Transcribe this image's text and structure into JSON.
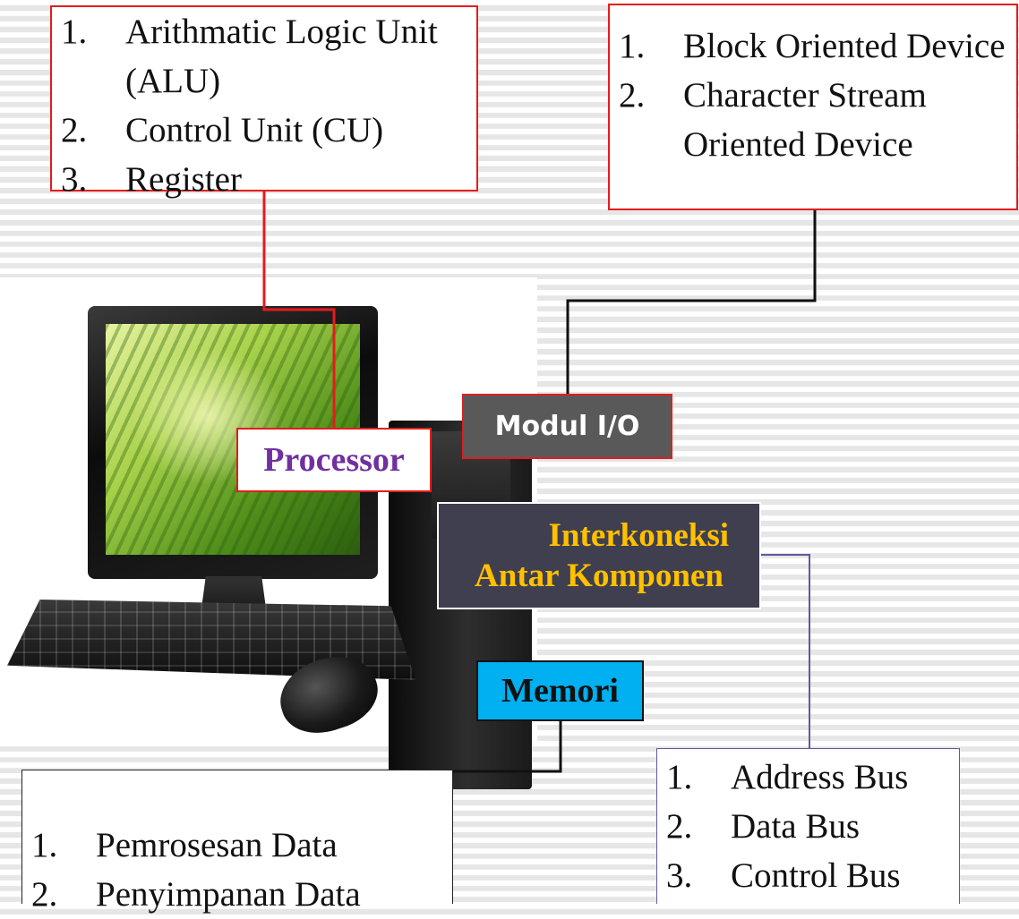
{
  "diagram": {
    "processor_box": {
      "items": [
        {
          "num": "1.",
          "text": "Arithmatic Logic Unit (ALU)"
        },
        {
          "num": "2.",
          "text": "Control Unit (CU)"
        },
        {
          "num": "3.",
          "text": "Register"
        }
      ]
    },
    "io_box": {
      "items": [
        {
          "num": "1.",
          "text": "Block Oriented Device"
        },
        {
          "num": "2.",
          "text": "Character Stream Oriented Device"
        }
      ]
    },
    "memory_box": {
      "items": [
        {
          "num": "1.",
          "text": "Pemrosesan Data"
        },
        {
          "num": "2.",
          "text": "Penyimpanan Data"
        }
      ]
    },
    "bus_box": {
      "items": [
        {
          "num": "1.",
          "text": "Address Bus"
        },
        {
          "num": "2.",
          "text": "Data Bus"
        },
        {
          "num": "3.",
          "text": "Control Bus"
        }
      ]
    },
    "labels": {
      "processor": "Processor",
      "io": "Modul I/O",
      "interconnect_line1": "Interkoneksi",
      "interconnect_line2": "Antar Komponen",
      "memory": "Memori"
    }
  },
  "colors": {
    "processor_text": "#7030a0",
    "red_border": "#e41c1c",
    "io_bg": "#595959",
    "interconnect_bg": "#3f3f4f",
    "interconnect_text": "#ffc000",
    "memory_bg": "#00b0f0",
    "bus_line": "#5e5a9c"
  }
}
